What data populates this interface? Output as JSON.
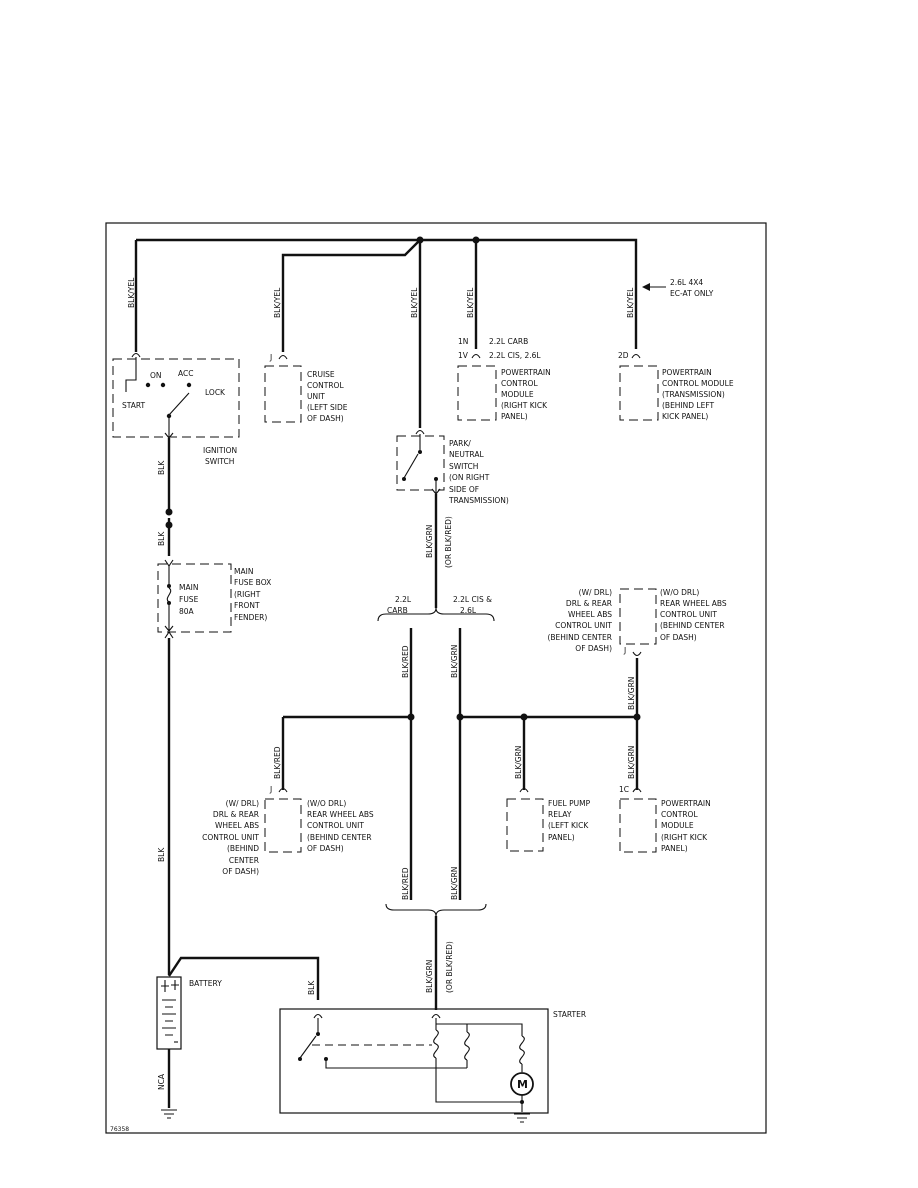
{
  "wire_labels": {
    "top_ign": "BLK/YEL",
    "top_cruise": "BLK/YEL",
    "top_park": "BLK/YEL",
    "top_pcm": "BLK/YEL",
    "top_tcm": "BLK/YEL",
    "ign_out": "BLK",
    "fuse_in": "BLK",
    "fuse_out": "BLK",
    "battery_gnd": "NCA",
    "pns_out": "BLK/GRN",
    "pns_out_alt": "(OR BLK/RED)",
    "carb_branch": "BLK/RED",
    "cis_branch": "BLK/GRN",
    "abs_drl_in": "BLK/GRN",
    "abs_left_in": "BLK/RED",
    "fuel_pump_in": "BLK/GRN",
    "pcm_low_in": "BLK/GRN",
    "starter_left": "BLK/RED",
    "starter_right": "BLK/GRN",
    "starter_in": "BLK/GRN",
    "starter_in_alt": "(OR BLK/RED)",
    "battery_to_starter": "BLK"
  },
  "notes": {
    "eng_2_6_l1": "2.6L 4X4",
    "eng_2_6_l2": "EC-AT ONLY",
    "carb_l1": "2.2L",
    "carb_l2": "CARB",
    "cis_l1": "2.2L CIS &",
    "cis_l2": "2.6L",
    "pin_1n": "1N",
    "pin_1n_desc": "2.2L CARB",
    "pin_1v": "1V",
    "pin_1v_desc": "2.2L CIS, 2.6L",
    "pin_j_cruise": "J",
    "pin_2d": "2D",
    "pin_j_abs_right": "J",
    "pin_j_abs_left": "J",
    "pin_1c": "1C"
  },
  "components": {
    "ignition_switch": {
      "label1": "IGNITION",
      "label2": "SWITCH",
      "on": "ON",
      "acc": "ACC",
      "start": "START",
      "lock": "LOCK"
    },
    "cruise_control": [
      "CRUISE",
      "CONTROL",
      "UNIT",
      "(LEFT SIDE",
      "OF DASH)"
    ],
    "pcm_top": [
      "POWERTRAIN",
      "CONTROL",
      "MODULE",
      "(RIGHT KICK",
      "PANEL)"
    ],
    "tcm": [
      "POWERTRAIN",
      "CONTROL MODULE",
      "(TRANSMISSION)",
      "(BEHIND LEFT",
      "KICK PANEL)"
    ],
    "park_neutral": [
      "PARK/",
      "NEUTRAL",
      "SWITCH",
      "(ON RIGHT",
      "SIDE OF",
      "TRANSMISSION)"
    ],
    "main_fuse_box": [
      "MAIN",
      "FUSE BOX",
      "(RIGHT",
      "FRONT",
      "FENDER)"
    ],
    "main_fuse": [
      "MAIN",
      "FUSE",
      "80A"
    ],
    "abs_right_wdrl": [
      "(W/ DRL)",
      "DRL & REAR",
      "WHEEL ABS",
      "CONTROL UNIT",
      "(BEHIND CENTER",
      "OF DASH)"
    ],
    "abs_right_wodrl": [
      "(W/O DRL)",
      "REAR WHEEL ABS",
      "CONTROL UNIT",
      "(BEHIND CENTER",
      "OF DASH)"
    ],
    "abs_left_wdrl": [
      "(W/ DRL)",
      "DRL & REAR",
      "WHEEL ABS",
      "CONTROL UNIT",
      "(BEHIND",
      "CENTER",
      "OF DASH)"
    ],
    "abs_left_wodrl": [
      "(W/O DRL)",
      "REAR WHEEL ABS",
      "CONTROL UNIT",
      "(BEHIND CENTER",
      "OF DASH)"
    ],
    "fuel_pump_relay": [
      "FUEL PUMP",
      "RELAY",
      "(LEFT KICK",
      "PANEL)"
    ],
    "pcm_bottom": [
      "POWERTRAIN",
      "CONTROL",
      "MODULE",
      "(RIGHT KICK",
      "PANEL)"
    ],
    "battery": "BATTERY",
    "starter": "STARTER",
    "starter_motor": "M"
  },
  "figure_id": "76358"
}
